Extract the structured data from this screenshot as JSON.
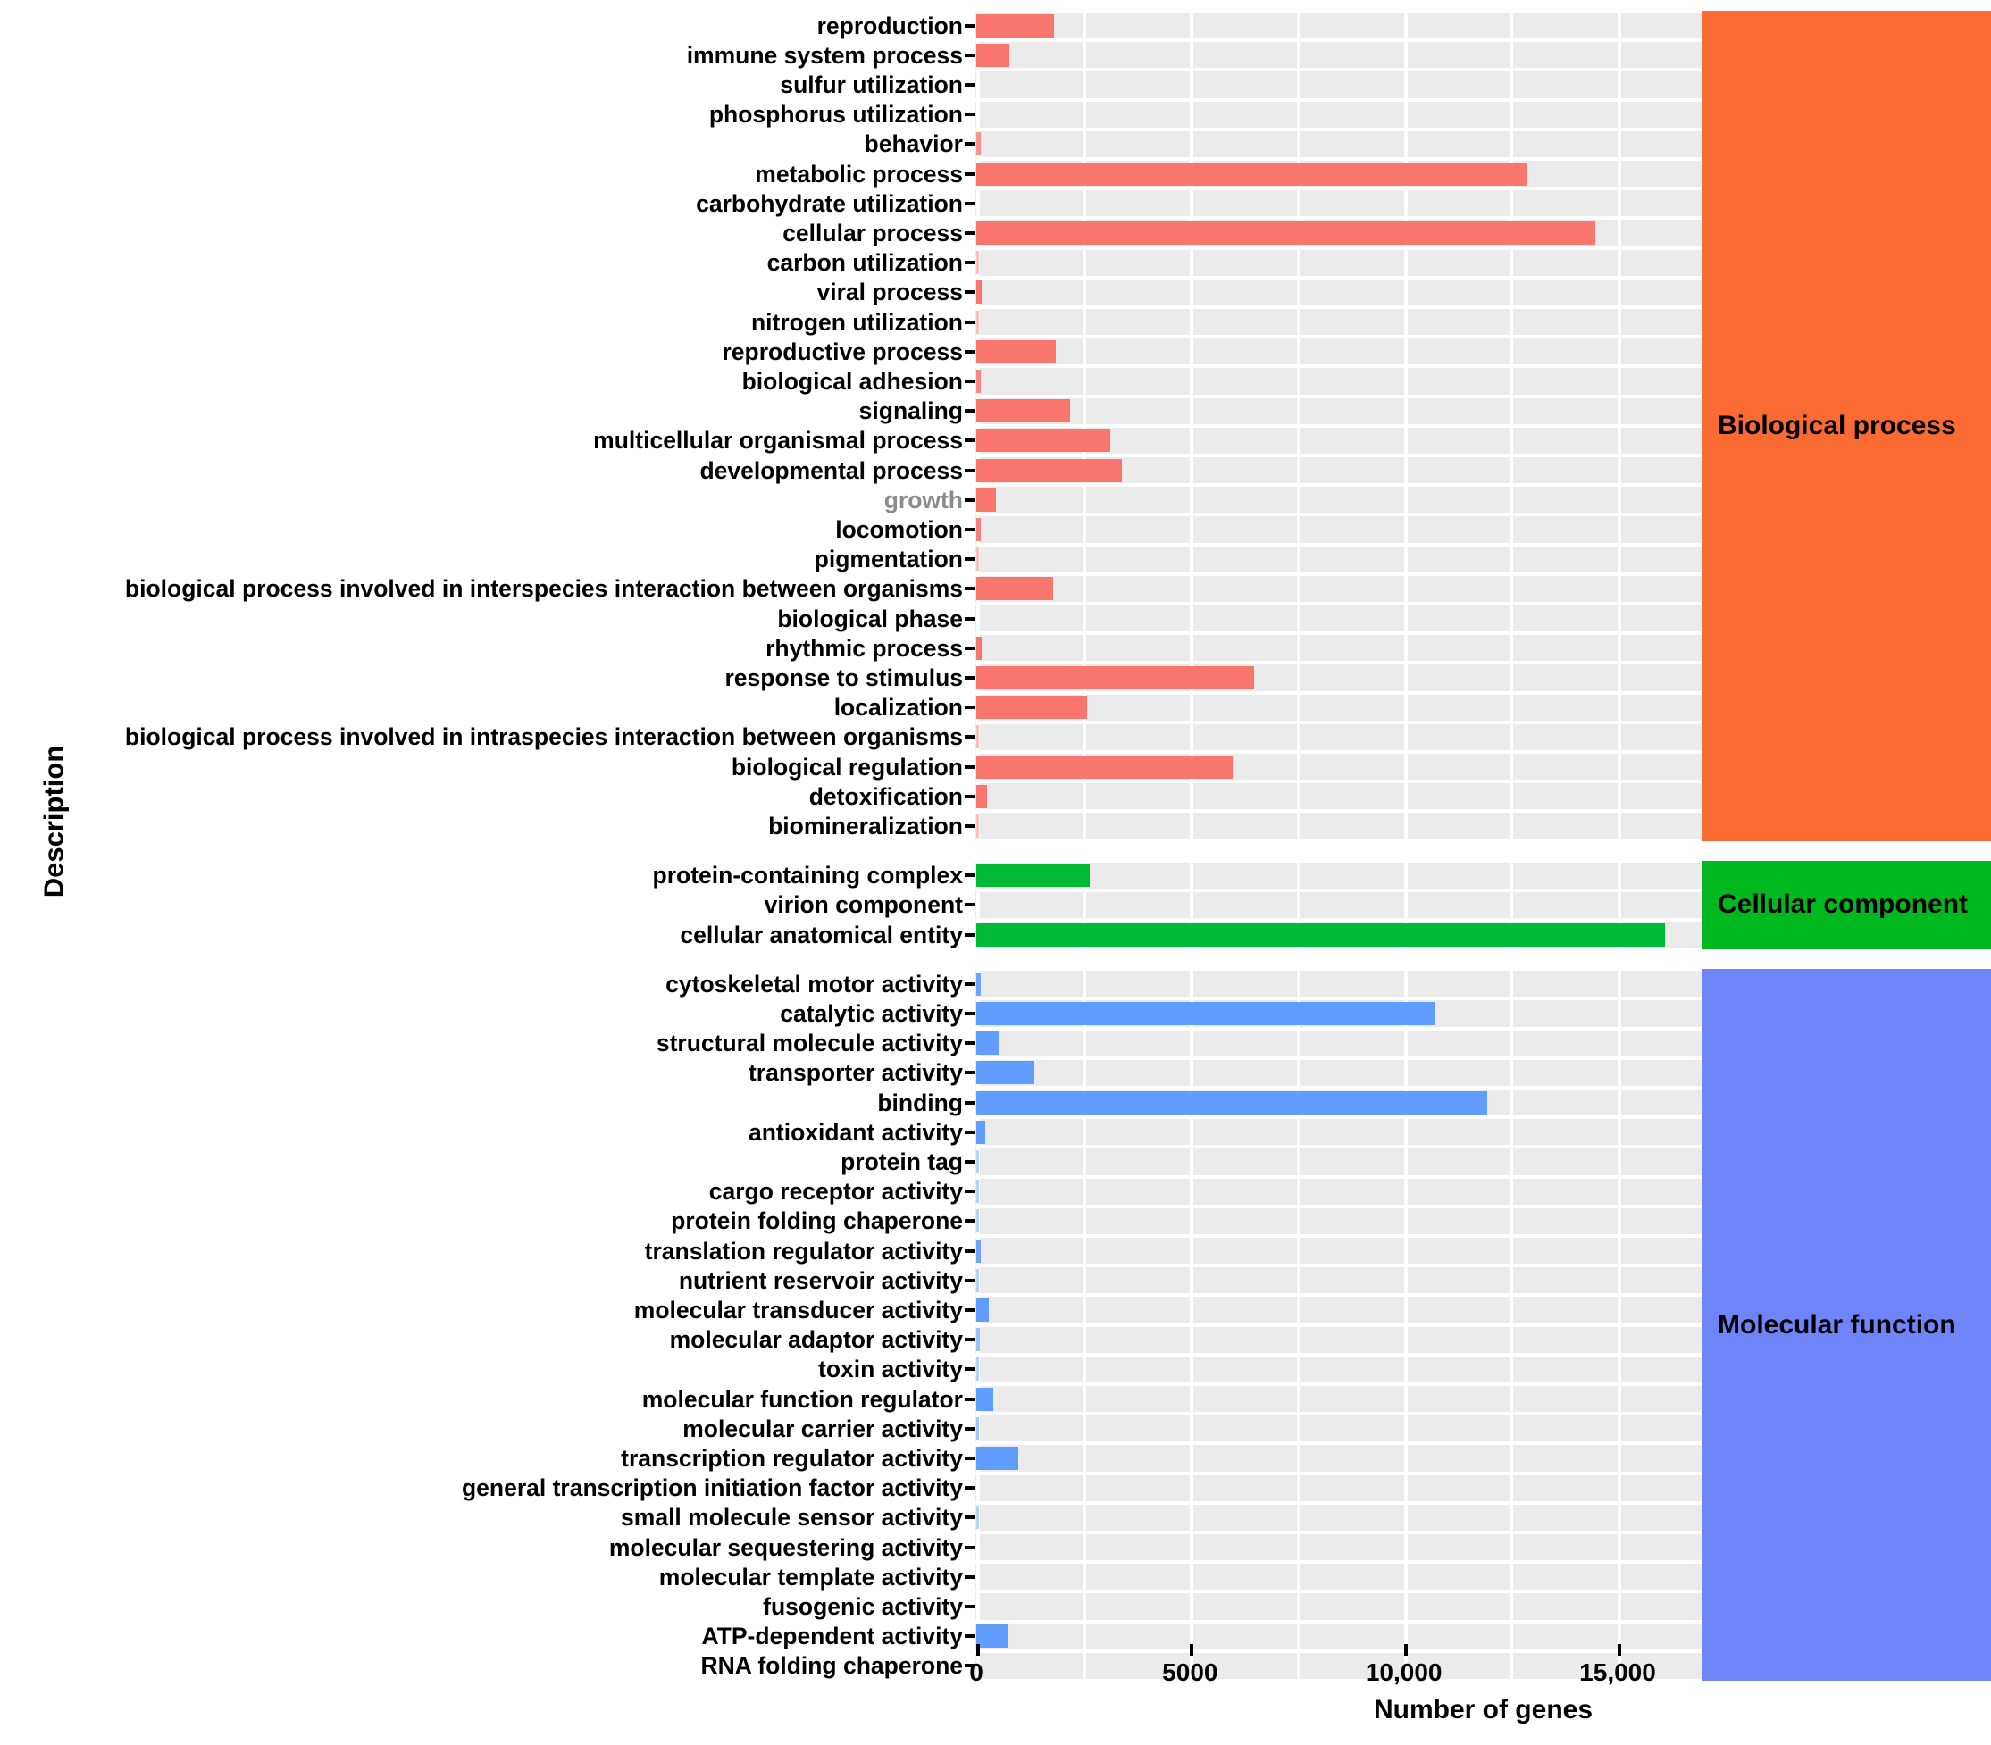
{
  "chart_data": {
    "type": "bar",
    "title": "",
    "xlabel": "Number of genes",
    "ylabel": "Description",
    "orientation": "horizontal",
    "xlim": [
      0,
      23900
    ],
    "xticks": [
      0,
      5000,
      10000,
      15000
    ],
    "xticklabels": [
      "0",
      "5000",
      "10,000",
      "15,000"
    ],
    "grid": true,
    "legend_position": "right-strip",
    "panel_background": "#ebebeb",
    "colors": {
      "biological_process_bar": "#f8766d",
      "cellular_component_bar": "#00ba38",
      "molecular_function_bar": "#619cff",
      "biological_process_strip": "#fa6a33",
      "cellular_component_strip": "#00b81f",
      "molecular_function_strip": "#6e85fa",
      "muted_label": "#8c8c8c"
    },
    "facets": [
      {
        "name": "Biological process",
        "strip_label": "Biological process",
        "categories": [
          "reproduction",
          "immune system process",
          "sulfur utilization",
          "phosphorus utilization",
          "behavior",
          "metabolic process",
          "carbohydrate utilization",
          "cellular process",
          "carbon utilization",
          "viral process",
          "nitrogen utilization",
          "reproductive process",
          "biological adhesion",
          "signaling",
          "multicellular organismal process",
          "developmental process",
          "growth",
          "locomotion",
          "pigmentation",
          "biological process involved in interspecies interaction between organisms",
          "biological phase",
          "rhythmic process",
          "response to stimulus",
          "localization",
          "biological process involved in intraspecies interaction between organisms",
          "biological regulation",
          "detoxification",
          "biomineralization"
        ],
        "values": [
          1820,
          780,
          0,
          0,
          95,
          12900,
          0,
          14480,
          35,
          135,
          20,
          1850,
          105,
          2200,
          3130,
          3400,
          450,
          110,
          30,
          1800,
          0,
          120,
          6500,
          2600,
          55,
          6000,
          260,
          20
        ],
        "muted_categories": [
          "growth"
        ]
      },
      {
        "name": "Cellular component",
        "strip_label": "Cellular component",
        "categories": [
          "protein-containing complex",
          "virion component",
          "cellular anatomical entity"
        ],
        "values": [
          2650,
          0,
          16100
        ]
      },
      {
        "name": "Molecular function",
        "strip_label": "Molecular function",
        "categories": [
          "cytoskeletal motor activity",
          "catalytic activity",
          "structural molecule activity",
          "transporter activity",
          "binding",
          "antioxidant activity",
          "protein tag",
          "cargo receptor activity",
          "protein folding chaperone",
          "translation regulator activity",
          "nutrient reservoir activity",
          "molecular transducer activity",
          "molecular adaptor activity",
          "toxin activity",
          "molecular function regulator",
          "molecular carrier activity",
          "transcription regulator activity",
          "general transcription initiation factor activity",
          "small molecule sensor activity",
          "molecular sequestering activity",
          "molecular template activity",
          "fusogenic activity",
          "ATP-dependent activity",
          "RNA folding chaperone"
        ],
        "values": [
          110,
          10740,
          520,
          1360,
          11960,
          205,
          25,
          30,
          35,
          110,
          50,
          290,
          75,
          20,
          390,
          70,
          980,
          0,
          40,
          0,
          0,
          0,
          760,
          0
        ]
      }
    ]
  }
}
